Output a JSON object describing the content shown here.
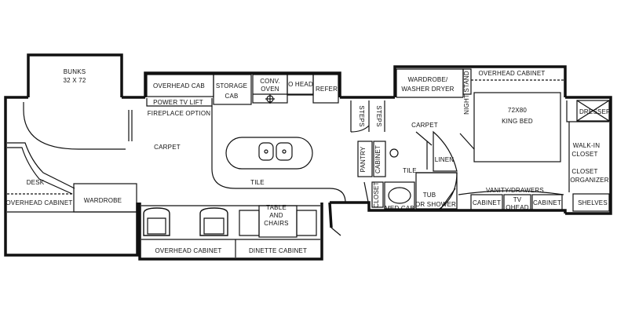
{
  "labels": {
    "bunks": "BUNKS",
    "bunks_size": "32 X 72",
    "overhead_cab": "OVERHEAD CAB",
    "storage": "STORAGE",
    "cab": "CAB",
    "conv": "CONV.",
    "oven": "OVEN",
    "o_head": "O HEAD",
    "refer": "REFER",
    "power_tv_lift": "POWER TV LIFT",
    "fireplace_option": "FIREPLACE OPTION",
    "carpet_living": "CARPET",
    "desk": "DESK",
    "wardrobe": "WARDROBE",
    "overhead_cabinet_left": "OVERHEAD CABINET",
    "tile_main": "TILE",
    "table": "TABLE",
    "and": "AND",
    "chairs": "CHAIRS",
    "overhead_cabinet_bottom": "OVERHEAD CABINET",
    "dinette_cabinet": "DINETTE CABINET",
    "steps_1": "STEPS",
    "steps_2": "STEPS",
    "pantry": "PANTRY",
    "cabinet_vertical": "CABINET",
    "closet": "CLOSET",
    "med_cab": "MED CAB",
    "wardrobe_washer_1": "WARDROBE/",
    "wardrobe_washer_2": "WASHER DRYER",
    "night_stand": "NIGHT STAND",
    "overhead_cabinet_bedroom": "OVERHEAD CABINET",
    "carpet_hall": "CARPET",
    "king_bed_size": "72X80",
    "king_bed": "KING BED",
    "linen": "LINEN",
    "tile_bath": "TILE",
    "tub": "TUB",
    "or_shower": "OR SHOWER",
    "vanity": "VANITY/DRAWERS",
    "cabinet_1": "CABINET",
    "tv": "TV",
    "ohead": "OHEAD",
    "cabinet_2": "CABINET",
    "dresser": "DRESSER",
    "walk_in": "WALK-IN",
    "closet_2": "CLOSET",
    "closet_3": "CLOSET",
    "organizer": "ORGANIZER",
    "shelves": "SHELVES"
  }
}
